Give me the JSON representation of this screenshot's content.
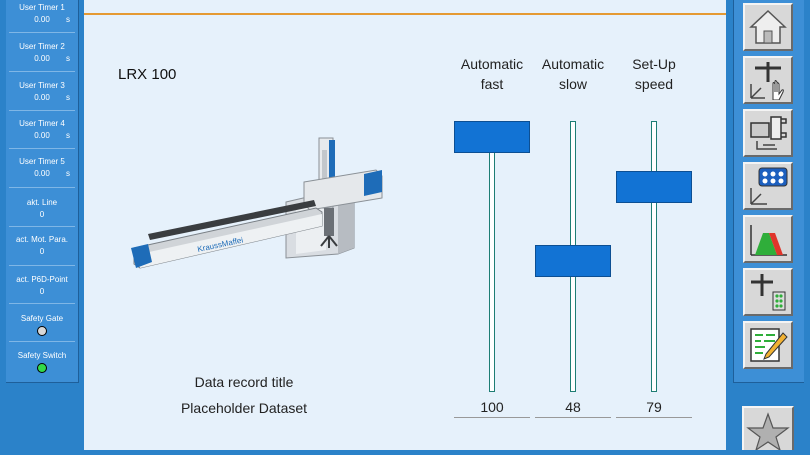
{
  "sidebar": {
    "user_timers": [
      {
        "label": "User Timer 1",
        "value": "0.00",
        "unit": "s"
      },
      {
        "label": "User Timer 2",
        "value": "0.00",
        "unit": "s"
      },
      {
        "label": "User Timer 3",
        "value": "0.00",
        "unit": "s"
      },
      {
        "label": "User Timer 4",
        "value": "0.00",
        "unit": "s"
      },
      {
        "label": "User Timer 5",
        "value": "0.00",
        "unit": "s"
      }
    ],
    "akt_line": {
      "label": "akt. Line",
      "value": "0"
    },
    "act_mot_para": {
      "label": "act. Mot. Para.",
      "value": "0"
    },
    "act_p6d_point": {
      "label": "act. P6D-Point",
      "value": "0"
    },
    "safety_gate": {
      "label": "Safety Gate",
      "color": "#d8d8d8"
    },
    "safety_switch": {
      "label": "Safety Switch",
      "color": "#32d94a"
    }
  },
  "main": {
    "machine_title": "LRX 100",
    "robot_brand": "KraussMaffei",
    "record_title_label": "Data record title",
    "record_title_value": "Placeholder Dataset",
    "speeds": [
      {
        "label_line1": "Automatic",
        "label_line2": "fast",
        "value": "100",
        "level": 100
      },
      {
        "label_line1": "Automatic",
        "label_line2": "slow",
        "value": "48",
        "level": 48
      },
      {
        "label_line1": "Set-Up",
        "label_line2": "speed",
        "value": "79",
        "level": 79
      }
    ]
  },
  "toolbar": {
    "buttons": [
      "home-icon",
      "manual-mode-icon",
      "gripper-icon",
      "positions-grid-icon",
      "speed-profile-icon",
      "io-signals-icon",
      "program-editor-icon"
    ],
    "star": "star-icon"
  },
  "colors": {
    "accent_line": "#e59a33",
    "thumb": "#1273d4",
    "panel_blue": "#3d8fd6",
    "background": "#2b82c9"
  }
}
